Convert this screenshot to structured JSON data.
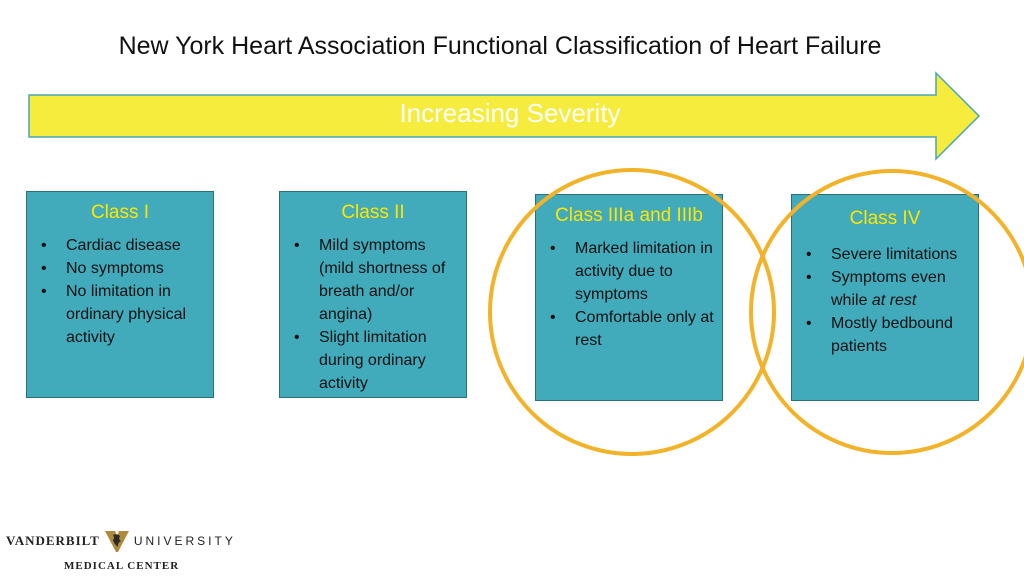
{
  "slide": {
    "title": "New York Heart Association Functional  Classification of Heart Failure",
    "arrow_label": "Increasing Severity",
    "colors": {
      "arrow_fill": "#f6ec3d",
      "arrow_stroke": "#42a8b8",
      "box_fill": "#41aabb",
      "box_title": "#ffe600",
      "ring": "#f2b32a"
    }
  },
  "classes": [
    {
      "title": "Class I",
      "items": [
        "Cardiac disease",
        "No symptoms",
        "No limitation in ordinary physical activity"
      ]
    },
    {
      "title": "Class II",
      "items": [
        "Mild symptoms (mild shortness of breath and/or angina)",
        "Slight limitation during ordinary activity"
      ]
    },
    {
      "title": "Class IIIa and IIIb",
      "items": [
        "Marked limitation in activity due to symptoms",
        "Comfortable only at rest"
      ]
    },
    {
      "title": "Class IV",
      "items": [
        "Severe limitations",
        "Symptoms even while ",
        "Mostly bedbound patients"
      ],
      "emphasis": "at rest"
    }
  ],
  "logo": {
    "left": "VANDERBILT",
    "right": "UNIVERSITY",
    "sub": "MEDICAL CENTER",
    "icon": "vanderbilt-oak-leaf-icon"
  }
}
